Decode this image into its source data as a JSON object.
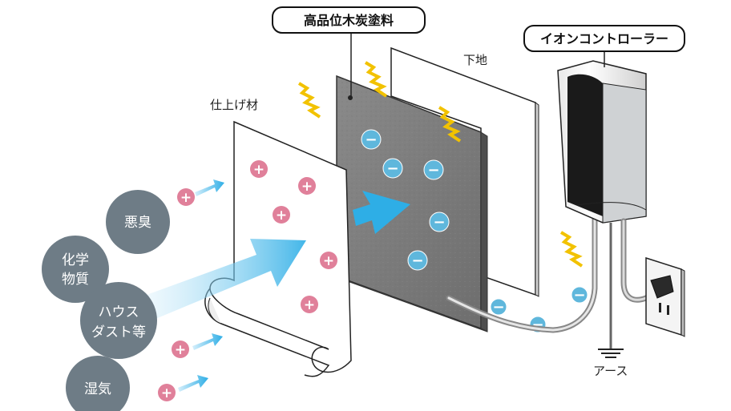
{
  "labels": {
    "coating": "高品位木炭塗料",
    "controller": "イオンコントローラー",
    "substrate": "下地",
    "finish": "仕上げ材",
    "earth": "アース"
  },
  "pollutants": {
    "odor": "悪臭",
    "chemical_line1": "化学",
    "chemical_line2": "物質",
    "dust_line1": "ハウス",
    "dust_line2": "ダスト等",
    "humidity": "湿気"
  },
  "symbols": {
    "plus": "+",
    "minus": "−"
  },
  "colors": {
    "positive_ion": "#e0809a",
    "negative_ion": "#5fb7dc",
    "coating_panel": "#7d7d7d",
    "pollutant_circle": "#6e7c86",
    "spark": "#f2c200",
    "airflow": "#2eaee6"
  }
}
